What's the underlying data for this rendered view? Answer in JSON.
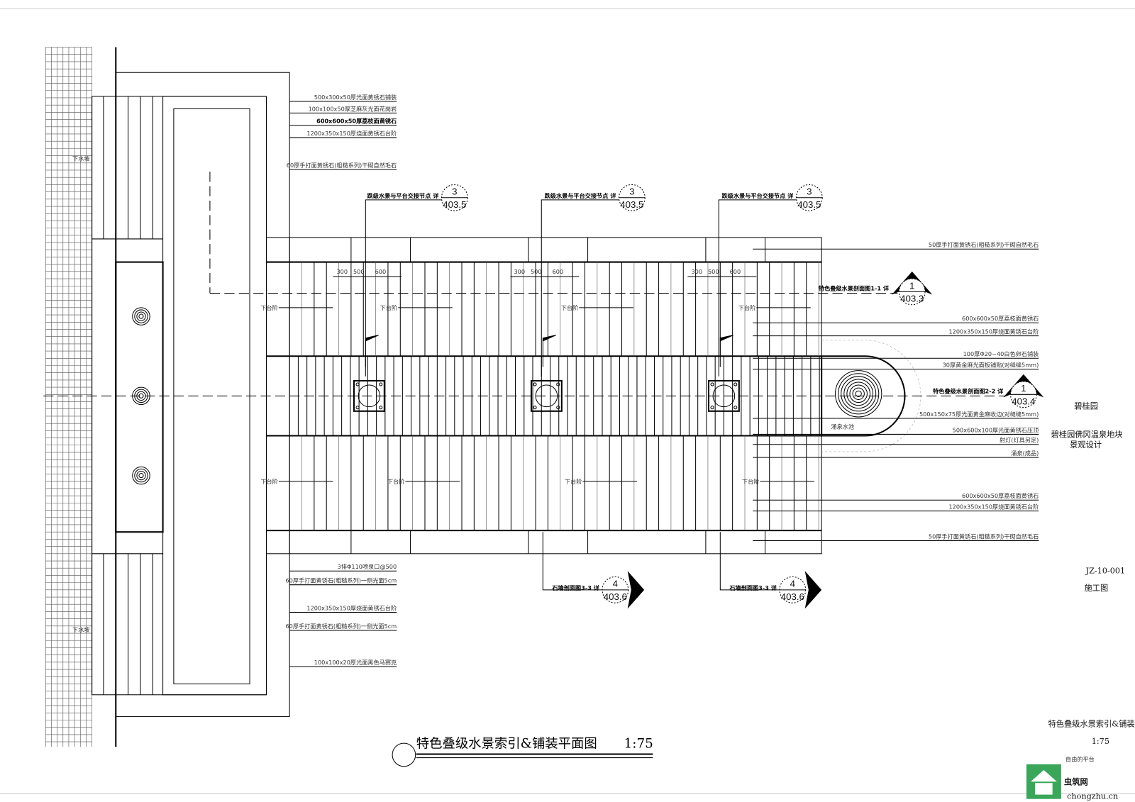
{
  "drawing": {
    "title": "特色叠级水景索引&铺装平面图",
    "scale": "1:75"
  },
  "callouts_left": [
    "500x300x50厚光面黄锈石铺装",
    "100x100x50厚芝麻灰光面花岗岩",
    "600x600x50厚荔枝面黄锈石",
    "1200x350x150厚烧面黄锈石台阶",
    "60厚手打面黄锈石(粗糙系列)干砌自然毛石",
    "3排Φ110喷泉口@500",
    "60厚手打面黄锈石(粗糙系列)一侧光面5cm",
    "1200x350x150厚烧面黄锈石台阶",
    "60厚手打面黄锈石(粗糙系列)一侧光面5cm",
    "100x100x20厚光面黑色马赛克"
  ],
  "callouts_right": [
    "50厚手打面黄锈石(粗糙系列)干砌自然毛石",
    "600x600x50厚荔枝面黄锈石",
    "1200x350x150厚烧面黄锈石台阶",
    "100厚Φ20~40白色卵石铺装",
    "30厚黄金麻光面板铺贴(对缝缝5mm)",
    "500x150x75厚光面黄金麻收边(对缝缝5mm)",
    "500x600x100厚光面黄锈石压顶",
    "射灯(灯具另定)",
    "涌泉(成品)",
    "600x600x50厚荔枝面黄锈石",
    "1200x350x150厚烧面黄锈石台阶",
    "50厚手打面黄锈石(粗糙系列)干砌自然毛石"
  ],
  "section_marks": {
    "node": {
      "label": "跌级水景与平台交接节点 详",
      "num": "3",
      "sheet": "403.5"
    },
    "s11": {
      "label": "特色叠级水景剖面图1-1 详",
      "num": "1",
      "sheet": "403.3"
    },
    "s22": {
      "label": "特色叠级水景剖面图2-2 详",
      "num": "1",
      "sheet": "403.4"
    },
    "s33": {
      "label": "石墙剖面图3-3 详",
      "num": "4",
      "sheet": "403.6"
    }
  },
  "dimensions": [
    "300",
    "500",
    "600"
  ],
  "slope_labels": {
    "down": "下台阶",
    "water": "下水坡"
  },
  "pond_label": "涌泉水池",
  "title_block": {
    "client": "碧桂园",
    "project_line1": "碧桂园佛冈温泉地块",
    "project_line2": "景观设计",
    "drawing_no": "JZ-10-001",
    "stage": "施工图",
    "drawing_name": "特色叠级水景索引&铺装平面图",
    "scale": "1:75"
  },
  "watermark": {
    "name": "虫筑网",
    "url": "chongzhu.cn",
    "sub": "自由的平台"
  },
  "colors": {
    "line": "#000000",
    "watermark_green": "#3aa65a"
  }
}
